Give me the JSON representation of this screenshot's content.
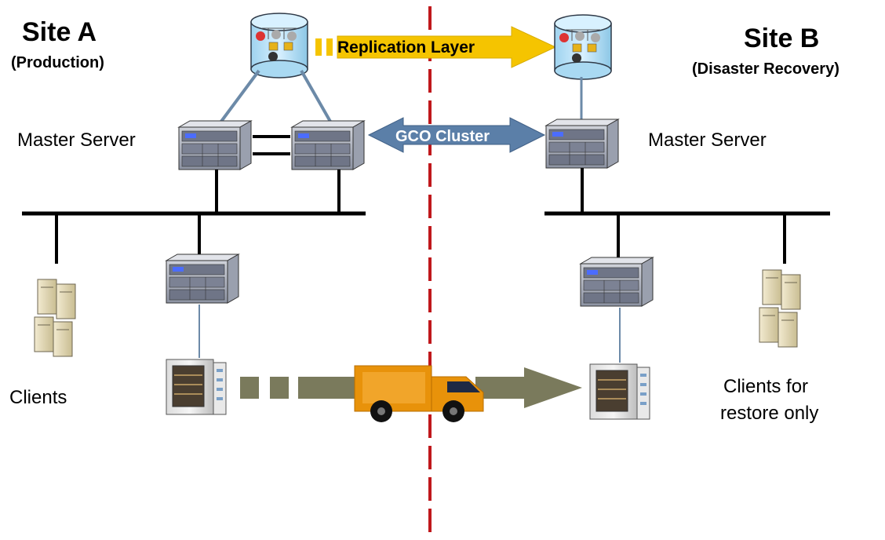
{
  "site_a": {
    "title": "Site A",
    "subtitle": "(Production)"
  },
  "site_b": {
    "title": "Site B",
    "subtitle": "(Disaster Recovery)"
  },
  "labels": {
    "replication": "Replication Layer",
    "gco": "GCO Cluster",
    "master_left": "Master Server",
    "master_right": "Master Server",
    "clients": "Clients",
    "clients_restore_line1": "Clients for",
    "clients_restore_line2": "restore only"
  },
  "colors": {
    "divider": "#c0181c",
    "replication_arrow": "#f5c400",
    "gco_arrow": "#5b7fa8",
    "tape_path": "#7a7a5c",
    "truck": "#e8920a",
    "network_line": "#000000",
    "link_line": "#6c8aa8"
  },
  "icons": {
    "storage": "storage-cylinder-icon",
    "server": "rack-server-icon",
    "tape_library": "tape-library-icon",
    "clients": "client-workstation-icon",
    "truck": "delivery-truck-icon"
  }
}
